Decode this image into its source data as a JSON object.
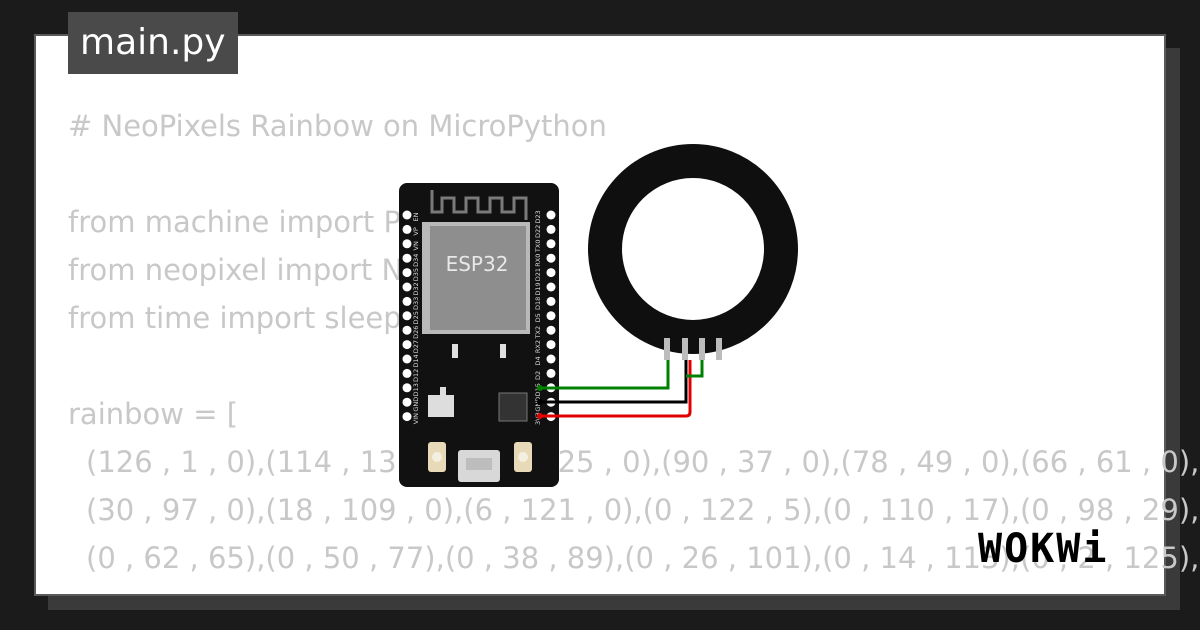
{
  "header": {
    "filename": "main.py"
  },
  "code_lines": [
    "# NeoPixels Rainbow on MicroPython",
    "",
    "from machine import Pin",
    "from neopixel import NeoPixel",
    "from time import sleep",
    "",
    "rainbow = [",
    "(126 , 1 , 0),(114 , 13 , 0),(102 , 25 , 0),(90 , 37 , 0),(78 , 49 , 0),(66 , 61 , 0),",
    "(30 , 97 , 0),(18 , 109 , 0),(6 , 121 , 0),(0 , 122 , 5),(0 , 110 , 17),(0 , 98 , 29),",
    "(0 , 62 , 65),(0 , 50 , 77),(0 , 38 , 89),(0 , 26 , 101),(0 , 14 , 113),(0 , 2 , 125),"
  ],
  "board": {
    "chip_label": "ESP32",
    "left_pins": [
      "EN",
      "VP",
      "VN",
      "D34",
      "D35",
      "D32",
      "D33",
      "D25",
      "D26",
      "D27",
      "D14",
      "D12",
      "D13",
      "GND",
      "VIN"
    ],
    "right_pins": [
      "D23",
      "D22",
      "TX0",
      "RX0",
      "D21",
      "D19",
      "D18",
      "D5",
      "TX2",
      "RX2",
      "D4",
      "D2",
      "D15",
      "GND",
      "3V3"
    ]
  },
  "wires": {
    "data_color": "#008000",
    "gnd_color": "#000000",
    "power_color": "#e00000"
  },
  "brand": {
    "logo": "WOKWi"
  }
}
